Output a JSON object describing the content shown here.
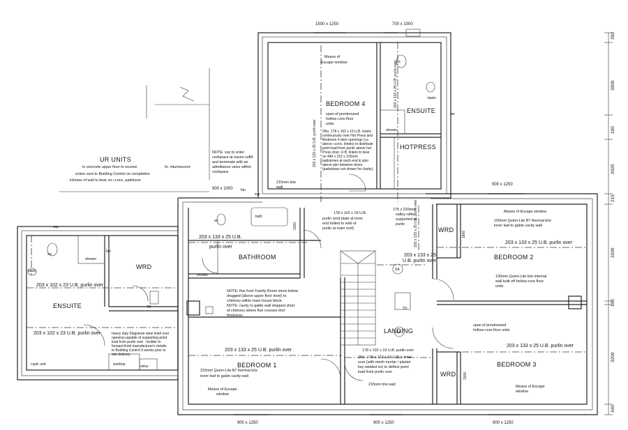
{
  "rooms": {
    "bedroom4": "BEDROOM 4",
    "ensuite_top": "ENSUITE",
    "hotpress": "HOTPRESS",
    "bathroom": "BATHROOM",
    "wrd_left": "WRD",
    "ensuite_left": "ENSUITE",
    "wrd_right": "WRD",
    "bedroom2": "BEDROOM 2",
    "landing": "LANDING",
    "bedroom1": "BEDROOM 1",
    "bedroom3": "BEDROOM 3",
    "wrd_bottom": "WRD"
  },
  "fixtures": {
    "wc": "wc",
    "basin": "basin",
    "bath": "bath",
    "shower": "shower",
    "svp": "svp",
    "fan": "fan",
    "td": "TD",
    "sa": "SA",
    "worktop": "worktop",
    "velux": "velux",
    "cvpd_unit": "cvpd. unit"
  },
  "dims_top": [
    "1500 x 1250",
    "700 x 1000"
  ],
  "dims_bottom": [
    "900 x 1250",
    "900 x 1250",
    "900 x 1250"
  ],
  "dim_misc": {
    "window_900x1000": "900 x 1000",
    "window_900x1250_right": "900 x 1250",
    "dim_1200": "1200",
    "dim_1800": "1800",
    "dim_1500": "1500"
  },
  "side_dims": [
    "350",
    "3000",
    "100",
    "2025",
    "215",
    "3200",
    "100",
    "3200",
    "340"
  ],
  "beams": {
    "b4_vert": "203 x 133 x 25 U.B. purlin over",
    "ensuite_vert": "203 x 133 x 25 U.B. purlin over",
    "bath_beam": "203 x 133 x 25 U.B.",
    "bath_beam2": "purlin over",
    "ensuite_left_beam": "203 x 102 x 23 U.B. purlin over",
    "ensuite_left_beam2": "203 x 102 x 23 U.B. purlin over",
    "bed1_beam": "203 x 133 x 25 U.B. purlin over",
    "bed2_beam": "203 x 133 x 25 U.B. purlin over",
    "bed3_beam": "203 x 133 x 25 U.B. purlin over",
    "landing_beam": "203 x 133 x 25",
    "landing_beam2": "U.B. purlin over",
    "landing_vert": "203 x 133 x 25 U.B. purlin over"
  },
  "notes": {
    "units_title": "UR UNITS",
    "units_l1": "in concrete upper floor to receive",
    "units_l2": "hr. intumescent",
    "units_l3": "ection sent to Building Control on completion",
    "units_l4": "ickness of wall to bear on r.conc. padstone",
    "svp_l1": "NOTE: svp to enter",
    "svp_l2": "roofspace at eaves soffit",
    "svp_l3": "and terminate with air",
    "svp_l4": "admittance valve within",
    "svp_l5": "roofspace",
    "escape_b4_l1": "Means of",
    "escape_b4_l2": "Escape window",
    "precast_l1": "span of prestressed",
    "precast_l2": "hollow-core floor",
    "precast_l3": "units",
    "lintel_l1": "2No. 178 x 102 x 19 U.B. lintels",
    "lintel_l2": "continuously over Hot Press and",
    "lintel_l3": "Bedroom 4 door openings (i.e.",
    "lintel_l4": "above r.conc. lintels) to distribute",
    "lintel_l5": "point load from purlin above hot",
    "lintel_l6": "Press door. U.B. lintels to bear",
    "lintel_l7": "on 440 x 215 x 215mm",
    "lintel_l8": "padstones at each end & also",
    "lintel_l9": "above pier between doors",
    "lintel_l10": "(padstones not shown for clarity)",
    "wall215": "215mm b/w",
    "wall215b": "wall",
    "ub178_l1": "178 x 102 x 19 U.B.",
    "ub178_l2": "purlin (end plate at inner",
    "ub178_l3": "end bolted to web of",
    "ub178_l4": "purlin at main roof)",
    "rafter_l1": "175 x 220mm",
    "rafter_l2": "valley rafter",
    "rafter_l3": "supported at",
    "rafter_l4": "purlin",
    "escape_b2": "Means of Escape window",
    "qlite_b2_l1": "150mm Quinn-Lite B7 thermal b/w",
    "qlite_b2_l2": "inner leaf to gable cavity wall",
    "qlite_right_l1": "100mm Quinn-Lite b/w internal",
    "qlite_right_l2": "wall built off hollow-core floor",
    "qlite_right_l3": "units",
    "flue_l1": "NOTE: flue from Family Room stove below",
    "flue_l2": "dragged (above upper floor level) to",
    "flue_l3": "chimney within main house block",
    "flue_l4": "NOTE: cavity to gable wall stopped short",
    "flue_l5": "of chimney where flue crosses thro'",
    "flue_l6": "thickness",
    "flagstone_l1": "heavy duty Flagstone steel lintel over",
    "flagstone_l2": "opening capable of supporting point",
    "flagstone_l3": "load from purlin over - builder to",
    "flagstone_l4": "forward lintel manufacturer's details",
    "flagstone_l5": "to Building Control 3 weeks prior to",
    "flagstone_l6": "site delivery",
    "span_b3_l1": "span of prestressed",
    "span_b3_l2": "hollow-core floor units",
    "lintel2_l1": "178 x 102 x 19 U.B. purlin over",
    "lintel2_l2": "2No. 178 x 102 x 19 U.B.'s lintel",
    "lintel2_l3": "over (with mesh mortar / plaster",
    "lintel2_l4": "key welded on) to deflect point",
    "lintel2_l5": "load from purlin over",
    "wall215_bottom": "215mm b/w wall",
    "qlite_b1_l1": "215mm Quinn-Lite B7 thermal b/w",
    "qlite_b1_l2": "inner leaf to gable cavity wall",
    "escape_b1_l1": "Means of Escape",
    "escape_b1_l2": "window",
    "escape_b3_l1": "Means of Escape",
    "escape_b3_l2": "window"
  }
}
